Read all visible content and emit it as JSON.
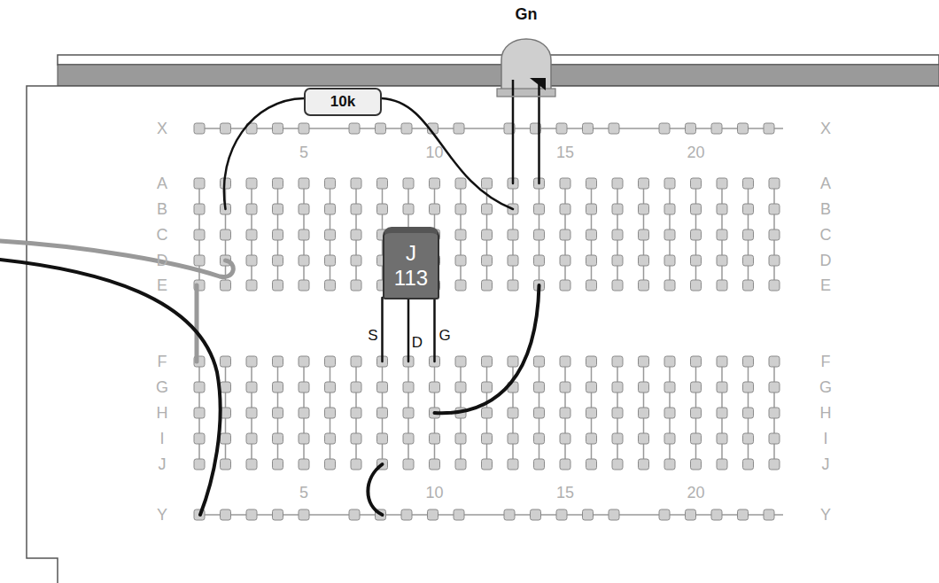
{
  "diagram": {
    "nodes": [
      {
        "text": [
          "10k"
        ]
      },
      {
        "text": [
          "Gn"
        ]
      },
      {
        "text": [
          "J 113"
        ]
      }
    ],
    "labels": [
      "X",
      "X",
      "5",
      "10",
      "15",
      "20",
      "A",
      "B",
      "C",
      "D",
      "E",
      "A",
      "B",
      "C",
      "D",
      "E",
      "F",
      "G",
      "H",
      "I",
      "J",
      "F",
      "G",
      "H",
      "I",
      "J",
      "5",
      "10",
      "15",
      "20",
      "Y",
      "Y",
      "S",
      "D",
      "G"
    ]
  }
}
